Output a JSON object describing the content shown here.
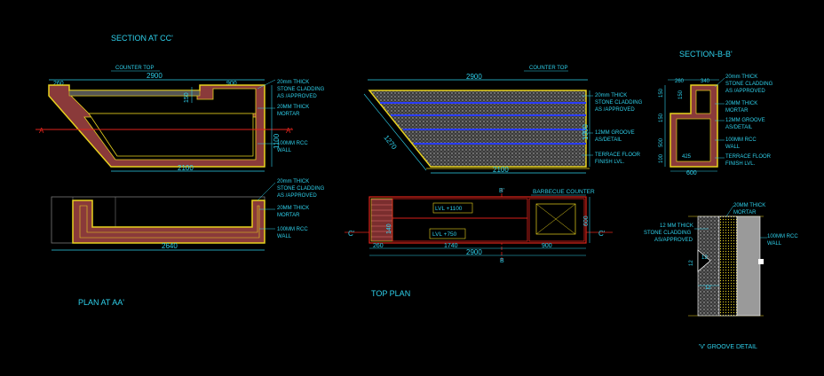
{
  "colors": {
    "background": "#000000",
    "text": "#2ecfea",
    "yellow": "#e8d21e",
    "red": "#e0241c",
    "fill": "#8a3a3a",
    "stone": "#9a9a9a",
    "blue": "#2a3cff",
    "white": "#ffffff"
  },
  "titles": {
    "section_cc": "SECTION AT CC'",
    "plan_aa": "PLAN AT AA'",
    "top_plan": "TOP PLAN",
    "section_bb": "SECTION-B-B'",
    "v_groove": "'V' GROOVE DETAIL"
  },
  "section_cc": {
    "dim_top_total": "2900",
    "dim_top_left": "260",
    "dim_top_right": "900",
    "dim_vert_small": "150",
    "dim_vert_height": "1100",
    "dim_bottom": "2100",
    "counter_top": "COUNTER TOP",
    "section_mark_a": "A",
    "section_mark_a2": "A'",
    "notes": [
      [
        "20mm THICK",
        "STONE CLADDING",
        "AS /APPROVED"
      ],
      [
        "20MM THICK",
        "MORTAR"
      ],
      [
        "100MM RCC",
        "WALL"
      ]
    ]
  },
  "plan_aa": {
    "dim_bottom": "2640",
    "notes": [
      [
        "20mm THICK",
        "STONE CLADDING",
        "AS /APPROVED"
      ],
      [
        "20MM THICK",
        "MORTAR"
      ],
      [
        "100MM RCC",
        "WALL"
      ]
    ]
  },
  "elevation": {
    "dim_top": "2900",
    "dim_bottom": "2100",
    "dim_left": "1270",
    "dim_right": "1000",
    "counter_top": "COUNTER TOP",
    "notes": [
      [
        "20mm THICK",
        "STONE CLADDING",
        "AS /APPROVED"
      ],
      [
        "12MM GROOVE",
        "AS/DETAIL"
      ],
      [
        "TERRACE FLOOR",
        "FINISH LVL."
      ]
    ]
  },
  "top_plan": {
    "barbecue_label": "BARBECUE COUNTER",
    "lvl_high": "LVL +1100",
    "lvl_low": "LVL +750",
    "mark_b": "B",
    "mark_b2": "B'",
    "mark_c": "C'",
    "mark_c2": "C'",
    "dim_260": "260",
    "dim_1740": "1740",
    "dim_900": "900",
    "dim_2900": "2900",
    "dim_600": "600",
    "dim_140": "140"
  },
  "section_bb": {
    "dim_top_a": "260",
    "dim_top_b": "340",
    "dim_v1": "150",
    "dim_v2": "150",
    "dim_v3": "150",
    "dim_v4": "500",
    "dim_v5": "100",
    "dim_425": "425",
    "dim_bottom": "600",
    "notes": [
      [
        "20mm THICK",
        "STONE CLADDING",
        "AS /APPROVED"
      ],
      [
        "20MM THICK",
        "MORTAR"
      ],
      [
        "12MM GROOVE",
        "AS/DETAIL"
      ],
      [
        "100MM RCC",
        "WALL"
      ],
      [
        "TERRACE FLOOR",
        "FINISH LVL."
      ]
    ]
  },
  "v_groove": {
    "notes_left": [
      "12 MM THICK",
      "STONE CLADDING",
      "AS/APPROVED"
    ],
    "notes_top": [
      "20MM THICK",
      "MORTAR"
    ],
    "notes_right": [
      "100MM RCC",
      "WALL"
    ],
    "dim_a": "12",
    "dim_b": "12",
    "dim_c": "12"
  }
}
